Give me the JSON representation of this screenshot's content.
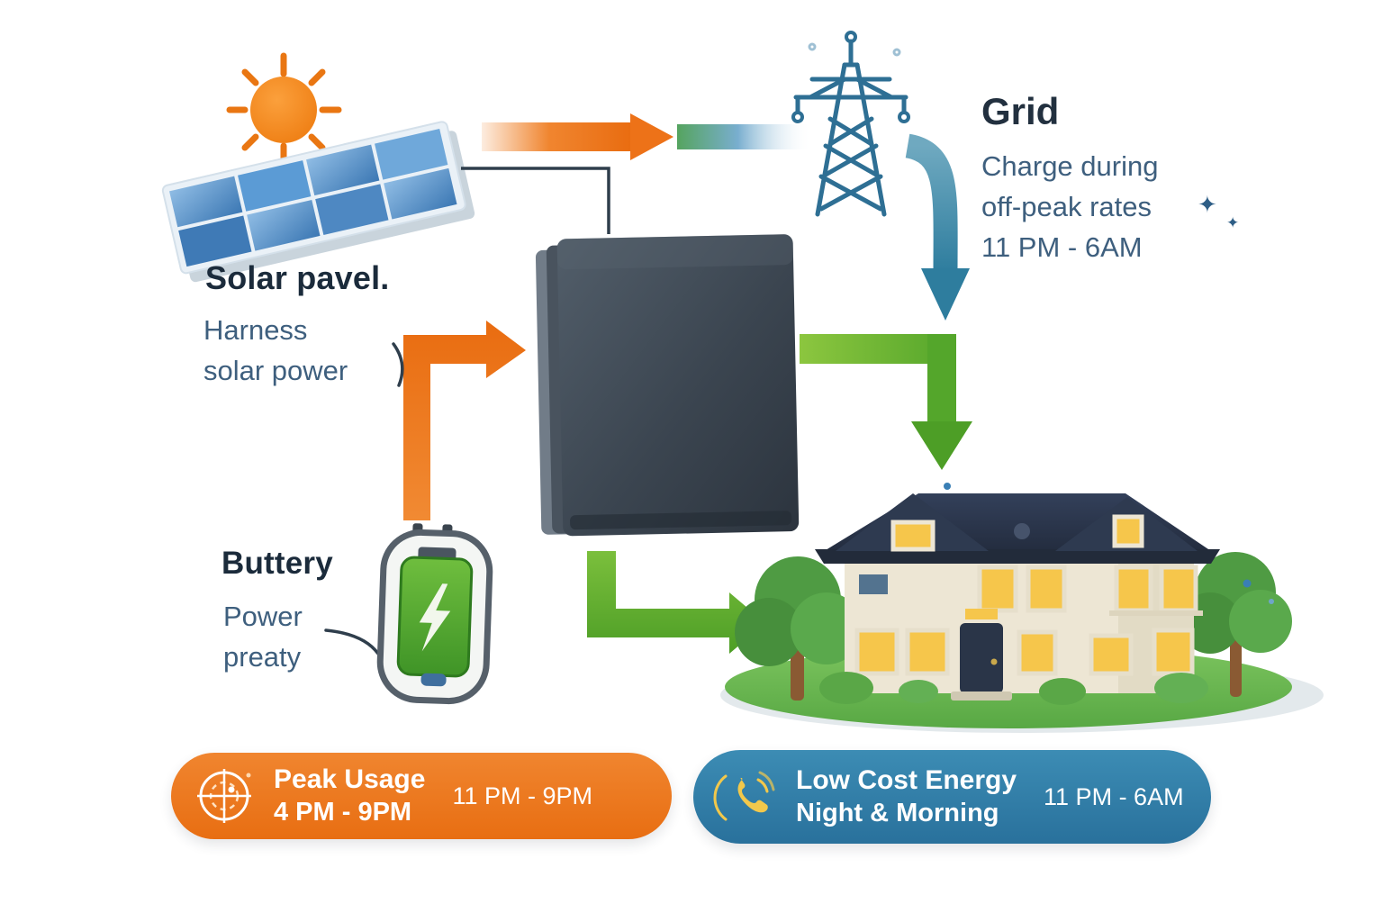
{
  "colors": {
    "accent_orange": "#ED7218",
    "accent_blue": "#2E7D9E",
    "accent_green": "#54A62B",
    "tower_blue": "#2E6F94",
    "text_dark": "#1B2B3B",
    "text_muted": "#3E5F7E",
    "badge_orange": "#E86E12",
    "badge_blue": "#2E7CA8",
    "phone_icon_yellow": "#F2C84B",
    "house_wall": "#EDE6D4",
    "roof_navy": "#2A3548",
    "window_yellow": "#F6C64B"
  },
  "solar": {
    "title": "Solar pavel.",
    "line1": "Harness",
    "line2": "solar power",
    "icon": "sun-and-solar-panel-illustration"
  },
  "grid": {
    "title": "Grid",
    "line1": "Charge during",
    "line2": "off-peak rates",
    "line3": "11 PM - 6AM",
    "icon": "transmission-tower-illustration"
  },
  "battery": {
    "title": "Buttery",
    "line1": "Power",
    "line2": "preaty",
    "icon": "battery-illustration"
  },
  "home_unit": {
    "icon": "home-battery-box-illustration"
  },
  "house": {
    "icon": "house-illustration"
  },
  "badges": {
    "peak": {
      "title": "Peak Usage",
      "subtitle": "4 PM - 9PM",
      "time": "11 PM - 9PM",
      "icon": "radar-target-icon"
    },
    "low_cost": {
      "title": "Low Cost Energy",
      "subtitle": "Night & Morning",
      "time": "11 PM - 6AM",
      "icon": "phone-call-icon"
    }
  },
  "icons": {
    "sparkle_large": "✦",
    "sparkle_small": "✦"
  }
}
